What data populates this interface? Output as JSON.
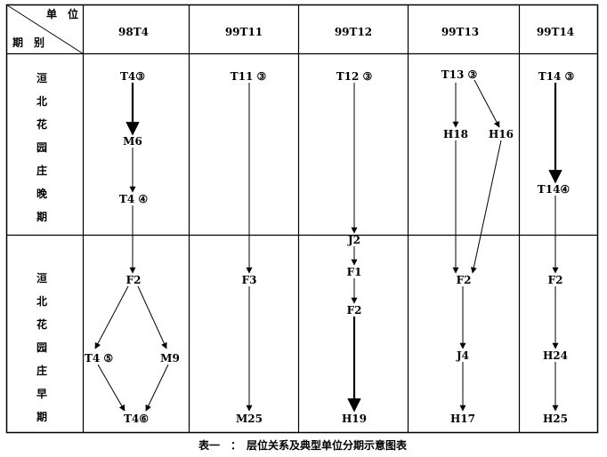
{
  "header": {
    "corner_top": "单　位",
    "corner_bottom": "期　别",
    "columns": [
      "98T4",
      "99T11",
      "99T12",
      "99T13",
      "99T14"
    ]
  },
  "periods": [
    {
      "label": [
        "洹",
        "北",
        "花",
        "园",
        "庄",
        "晚",
        "期"
      ]
    },
    {
      "label": [
        "洹",
        "北",
        "花",
        "园",
        "庄",
        "早",
        "期"
      ]
    }
  ],
  "nodes": {
    "c1_t4_3": "T4③",
    "c1_m6": "M6",
    "c1_t4_4": "T4 ④",
    "c1_f2": "F2",
    "c1_t4_5": "T4 ⑤",
    "c1_m9": "M9",
    "c1_t4_6": "T4⑥",
    "c2_t11_3": "T11 ③",
    "c2_f3": "F3",
    "c2_m25": "M25",
    "c3_t12_3": "T12 ③",
    "c3_j2": "J2",
    "c3_f1": "F1",
    "c3_f2": "F2",
    "c3_h19": "H19",
    "c4_t13_3": "T13 ③",
    "c4_h18": "H18",
    "c4_h16": "H16",
    "c4_f2": "F2",
    "c4_j4": "J4",
    "c4_h17": "H17",
    "c5_t14_3": "T14 ③",
    "c5_t14_4": "T14④",
    "c5_f2": "F2",
    "c5_h24": "H24",
    "c5_h25": "H25"
  },
  "caption": "表一　：　层位关系及典型单位分期示意图表"
}
